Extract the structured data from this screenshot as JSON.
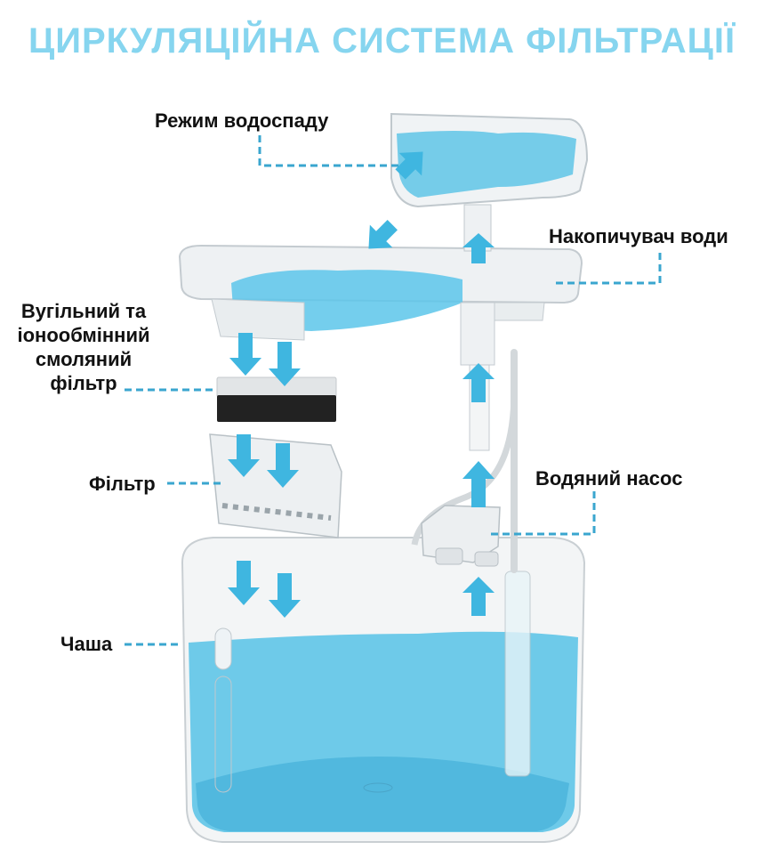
{
  "header": {
    "title": "ЦИРКУЛЯЦІЙНА СИСТЕМА ФІЛЬТРАЦІЇ"
  },
  "labels": {
    "waterfall": "Режим водоспаду",
    "reservoir": "Накопичувач води",
    "carbon_filter": "Вугільний та іонообмінний смоляний фільтр",
    "filter": "Фільтр",
    "pump": "Водяний насос",
    "bowl": "Чаша"
  },
  "colors": {
    "title": "#86d5ef",
    "water": "#4fc3e8",
    "arrow": "#3fb6e0",
    "leader": "#3aa6cf",
    "plastic": "#dfe3e6"
  }
}
